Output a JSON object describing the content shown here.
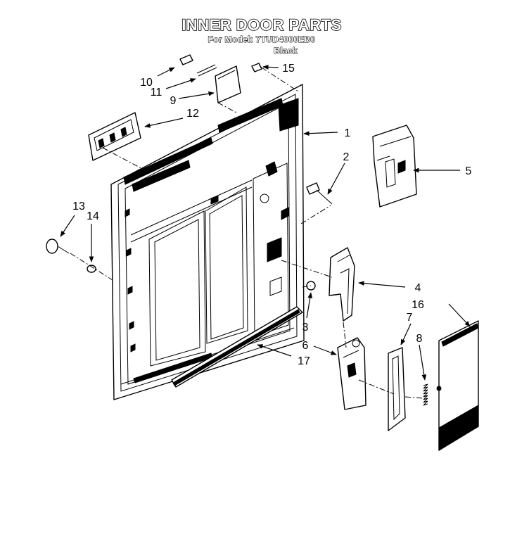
{
  "title": "INNER DOOR PARTS",
  "subtitle_model": "For Model: 7TUD4000EB0",
  "subtitle_color": "Black",
  "callouts": [
    "1",
    "2",
    "3",
    "4",
    "5",
    "6",
    "7",
    "8",
    "9",
    "10",
    "11",
    "12",
    "13",
    "14",
    "15",
    "16",
    "17"
  ],
  "colors": {
    "ink": "#000000",
    "paper": "#ffffff"
  }
}
